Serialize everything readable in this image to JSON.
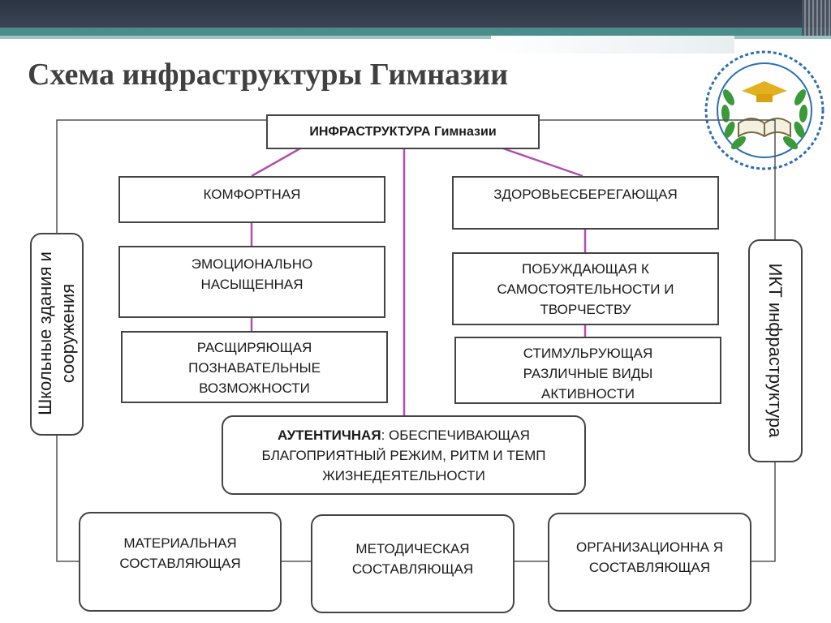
{
  "title": "Схема инфраструктуры Гимназии",
  "diagram": {
    "root": "ИНФРАСТРУКТУРА Гимназии",
    "left_column": [
      "КОМФОРТНАЯ",
      "ЭМОЦИОНАЛЬНО НАСЫЩЕННАЯ",
      "РАСЩИРЯЮЩАЯ ПОЗНАВАТЕЛЬНЫЕ ВОЗМОЖНОСТИ"
    ],
    "right_column": [
      "ЗДОРОВЬЕСБЕРЕГАЮЩАЯ",
      "ПОБУЖДАЮЩАЯ К САМОСТОЯТЕЛЬНОСТИ И ТВОРЧЕСТВУ",
      "СТИМУЛЬРУЮЩАЯ РАЗЛИЧНЫЕ ВИДЫ АКТИВНОСТИ"
    ],
    "center": {
      "bold": "АУТЕНТИЧНАЯ",
      "rest": ": ОБЕСПЕЧИВАЮЩАЯ БЛАГОПРИЯТНЫЙ РЕЖИМ, РИТМ И ТЕМП ЖИЗНЕДЕЯТЕЛЬНОСТИ"
    },
    "side_left": "Школьные здания и сооружения",
    "side_right": "ИКТ инфраструктура",
    "bottom": [
      "МАТЕРИАЛЬНАЯ СОСТАВЛЯЮЩАЯ",
      "МЕТОДИЧЕСКАЯ СОСТАВЛЯЮЩАЯ",
      "ОРГАНИЗАЦИОННА Я СОСТАВЛЯЮЩАЯ"
    ]
  },
  "colors": {
    "connector": "#b04fb0",
    "frame": "#555555",
    "header": "#2b3441",
    "accent": "#4a8e8c"
  }
}
